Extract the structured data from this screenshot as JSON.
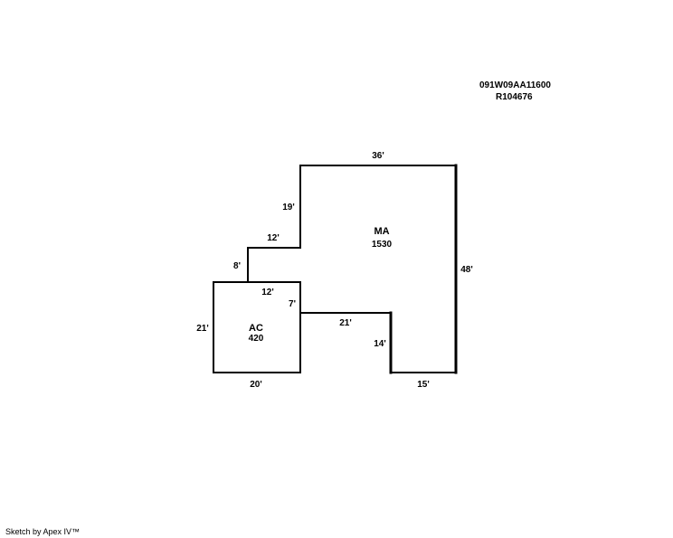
{
  "header": {
    "parcel_id": "091W09AA11600",
    "account_id": "R104676"
  },
  "areas": {
    "ma": {
      "code": "MA",
      "sqft": "1530"
    },
    "ac": {
      "code": "AC",
      "sqft": "420"
    }
  },
  "dimensions": {
    "ma_top": "36'",
    "ma_left_upper": "19'",
    "ma_step_top": "12'",
    "ma_step_left": "8'",
    "ma_right": "48'",
    "ma_inner_top": "12'",
    "ma_inner_left": "7'",
    "ma_notch_top": "21'",
    "ma_notch_side": "14'",
    "ma_bottom": "15'",
    "ac_left": "21'",
    "ac_bottom": "20'"
  },
  "footer": {
    "credit": "Sketch by Apex IV™"
  }
}
